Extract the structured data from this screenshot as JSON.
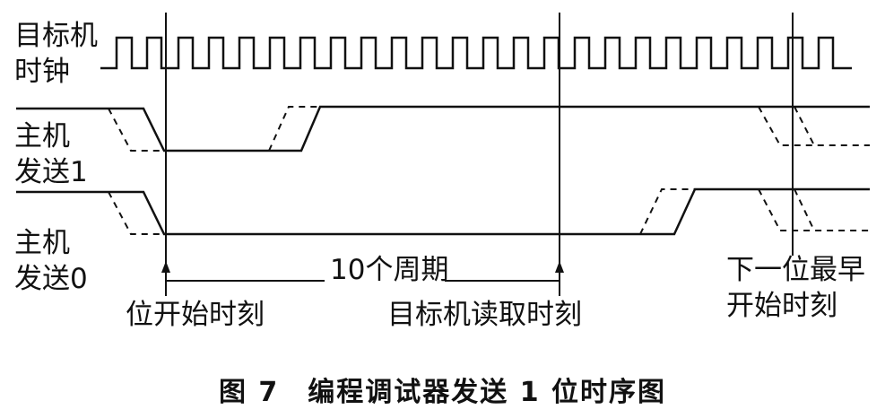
{
  "signals": {
    "clock": [
      "目标机",
      "时钟"
    ],
    "send1": [
      "主机",
      "发送1"
    ],
    "send0": [
      "主机",
      "发送0"
    ]
  },
  "annotations": {
    "period": "10个周期",
    "bit_start": "位开始时刻",
    "target_read": "目标机读取时刻",
    "next_bit": [
      "下一位最早",
      "开始时刻"
    ]
  },
  "caption": "图 7　编程调试器发送 1 位时序图",
  "colors": {
    "ink": "#111111"
  }
}
